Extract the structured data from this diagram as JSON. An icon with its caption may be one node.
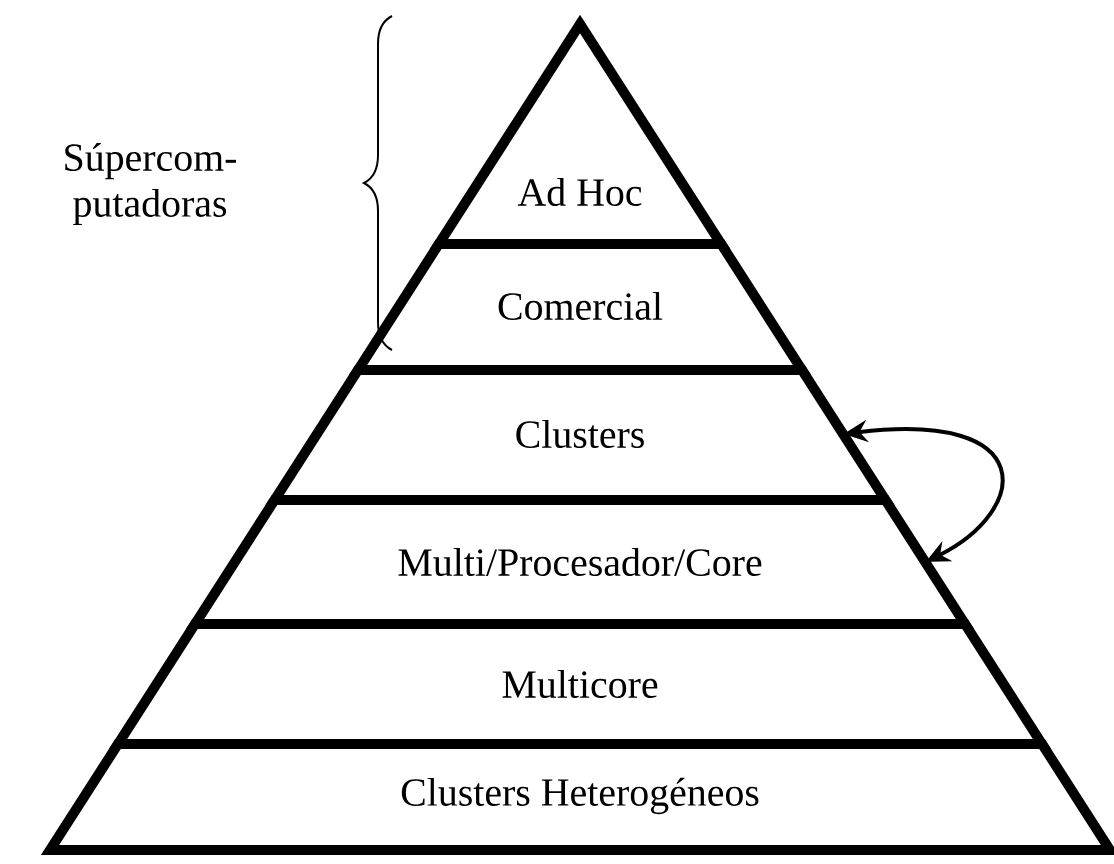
{
  "diagram": {
    "nodes": [
      {
        "text": [
          "Ad Hoc"
        ]
      },
      {
        "text": [
          "Comercial"
        ]
      },
      {
        "text": [
          "Clusters"
        ]
      },
      {
        "text": [
          "Multi/Procesador/Core"
        ]
      },
      {
        "text": [
          "Multicore"
        ]
      },
      {
        "text": [
          "Clusters Heterogéneos"
        ]
      }
    ],
    "edges": [
      {
        "from": 2,
        "to": 3,
        "arrow": "both"
      }
    ],
    "labels": [
      "Súpercom- putadoras"
    ]
  }
}
